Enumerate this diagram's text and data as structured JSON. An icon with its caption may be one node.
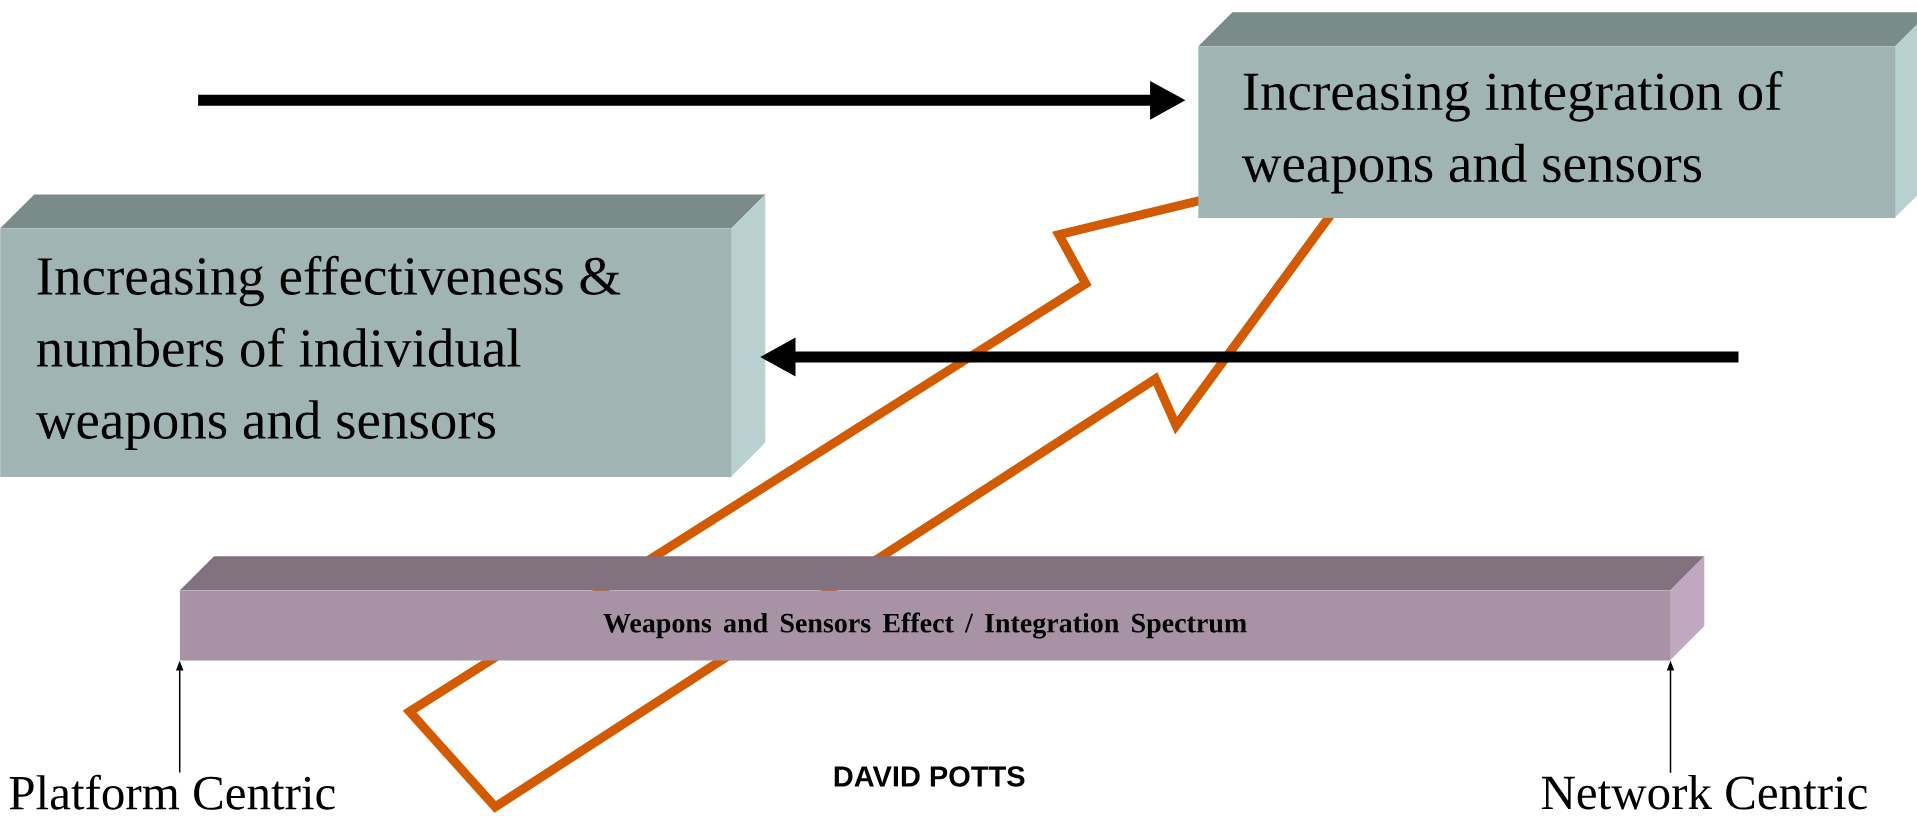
{
  "diagram": {
    "nodes": [
      {
        "text": [
          "Increasing integration of weapons and sensors"
        ]
      },
      {
        "text": [
          "Increasing effectiveness & numbers of individual weapons and sensors"
        ]
      },
      {
        "text": [
          "Weapons and Sensors Effect / Integration Spectrum"
        ]
      },
      {
        "text": [
          "Platform Centric"
        ]
      },
      {
        "text": [
          "Network Centric"
        ]
      }
    ],
    "edges": [
      {
        "from": null,
        "to": 0,
        "arrow": "to",
        "style": "thick"
      },
      {
        "from": null,
        "to": 1,
        "arrow": "to",
        "style": "thick"
      },
      {
        "from": 3,
        "to": 2,
        "arrow": "to"
      },
      {
        "from": 4,
        "to": 2,
        "arrow": "to"
      }
    ],
    "labels": [
      "DAVID POTTS"
    ]
  }
}
